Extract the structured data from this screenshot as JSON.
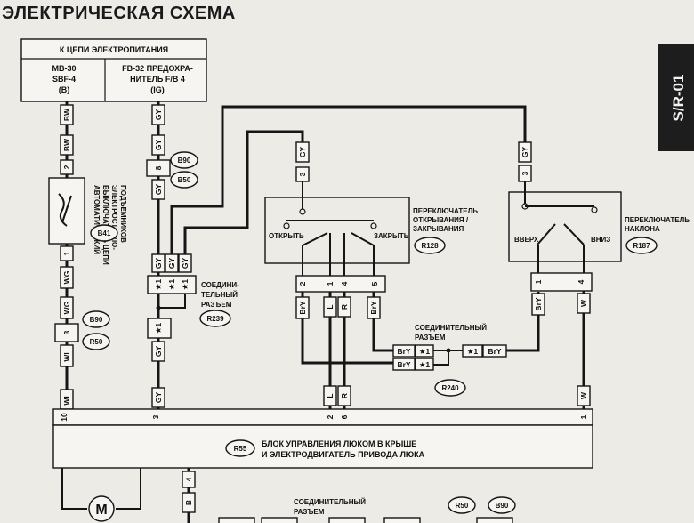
{
  "page": {
    "title": "ЭЛЕКТРИЧЕСКАЯ СХЕМА",
    "section_tab": "S/R-01"
  },
  "power": {
    "header": "К ЦЕПИ ЭЛЕКТРОПИТАНИЯ",
    "left_lines": [
      "MB-30",
      "SBF-4",
      "(B)"
    ],
    "right_lines": [
      "FB-32 ПРЕДОХРА-",
      "НИТЕЛЬ F/B 4",
      "(IG)"
    ]
  },
  "connectors": {
    "B90": "B90",
    "B50": "B50",
    "B41": "B41",
    "R50": "R50",
    "R128": "R128",
    "R187": "R187",
    "R239": "R239",
    "R240": "R240",
    "R55": "R55"
  },
  "breaker": {
    "label_lines": [
      "АВТОМАТИЧЕСКИЙ",
      "ВЫКЛЮЧАТЕЛЬ ЦЕПИ",
      "ЭЛЕКТРОСТЕКЛО-",
      "ПОДЪЕМНИКОВ"
    ]
  },
  "joint_connector": {
    "label_lines": [
      "СОЕДИНИ-",
      "ТЕЛЬНЫЙ",
      "РАЗЪЕМ"
    ],
    "label_lines_right": [
      "СОЕДИНИТЕЛЬНЫЙ",
      "РАЗЪЕМ"
    ],
    "label_lines_bottom": [
      "СОЕДИНИТЕЛЬНЫЙ",
      "РАЗЪЕМ"
    ]
  },
  "open_close_switch": {
    "label_lines": [
      "ПЕРЕКЛЮЧАТЕЛЬ",
      "ОТКРЫВАНИЯ /",
      "ЗАКРЫВАНИЯ"
    ],
    "open": "ОТКРЫТЬ",
    "close": "ЗАКРЫТЬ"
  },
  "tilt_switch": {
    "label_lines": [
      "ПЕРЕКЛЮЧАТЕЛЬ",
      "НАКЛОНА"
    ],
    "up": "ВВЕРХ",
    "down": "ВНИЗ"
  },
  "control_unit": {
    "label_lines": [
      "БЛОК УПРАВЛЕНИЯ ЛЮКОМ В КРЫШЕ",
      "И ЭЛЕКТРОДВИГАТЕЛЬ ПРИВОДА ЛЮКА"
    ]
  },
  "motor": {
    "symbol": "M"
  },
  "wire_colors": {
    "BW": "BW",
    "WG": "WG",
    "WL": "WL",
    "GY": "GY",
    "BrY": "BrY",
    "L": "L",
    "R": "R",
    "W": "W",
    "B": "B"
  },
  "pins": {
    "p1": "1",
    "p2": "2",
    "p3": "3",
    "p4": "4",
    "p5": "5",
    "p6": "6",
    "p8": "8",
    "p10": "10",
    "star1": "★1"
  }
}
